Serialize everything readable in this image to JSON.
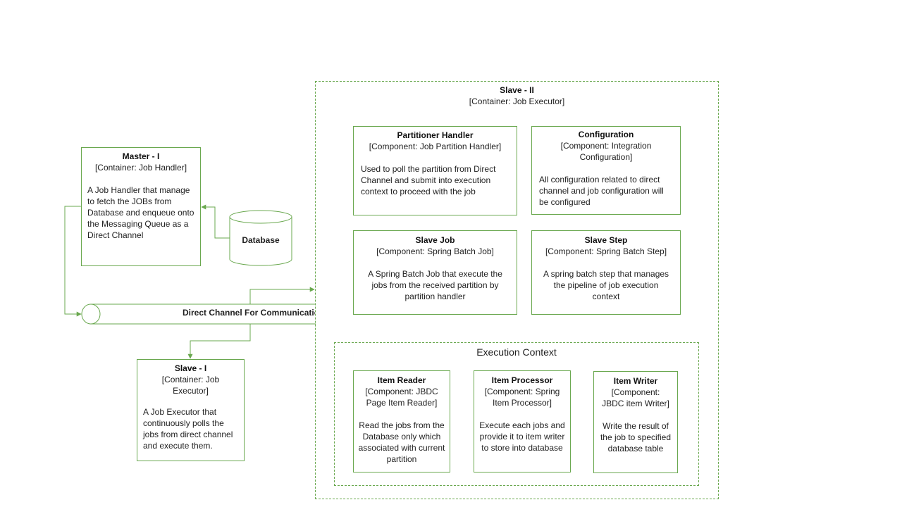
{
  "colors": {
    "stroke": "#6aa84f",
    "text": "#222222"
  },
  "master": {
    "title": "Master - I",
    "subtitle": "[Container: Job Handler]",
    "description": "A Job Handler that manage to fetch the JOBs from Database and enqueue onto the  Messaging Queue as a Direct Channel"
  },
  "database": {
    "label": "Database"
  },
  "channel": {
    "label": "Direct Channel For Communication"
  },
  "slave_one": {
    "title": "Slave - I",
    "subtitle": "[Container: Job Executor]",
    "description": "A Job Executor that continuously polls the jobs from direct channel and execute  them."
  },
  "slave_two": {
    "title": "Slave - II",
    "subtitle": "[Container: Job Executor]",
    "partitioner": {
      "title": "Partitioner Handler",
      "subtitle": "[Component:  Job Partition Handler]",
      "description": "Used to poll the partition from Direct Channel and submit into execution context to proceed with the job"
    },
    "configuration": {
      "title": "Configuration",
      "subtitle": "[Component:  Integration Configuration]",
      "description": "All configuration related to direct channel and job configuration will be configured"
    },
    "slave_job": {
      "title": "Slave Job",
      "subtitle": "[Component:  Spring Batch Job]",
      "description": "A Spring Batch Job that execute  the jobs from the received partition by partition handler"
    },
    "slave_step": {
      "title": "Slave Step",
      "subtitle": "[Component:  Spring Batch Step]",
      "description": "A spring batch step that manages the pipeline of job execution context"
    },
    "execution_context": {
      "title": "Execution Context",
      "item_reader": {
        "title": "Item Reader",
        "subtitle": "[Component:  JBDC Page Item Reader]",
        "description": "Read the jobs from the Database only which associated with current partition"
      },
      "item_processor": {
        "title": "Item Processor",
        "subtitle": "[Component:  Spring Item Processor]",
        "description": "Execute  each jobs and provide it to item writer to store into database"
      },
      "item_writer": {
        "title": "Item Writer",
        "subtitle": "[Component: JBDC item Writer]",
        "description": "Write the result of the job to specified database table"
      }
    }
  }
}
